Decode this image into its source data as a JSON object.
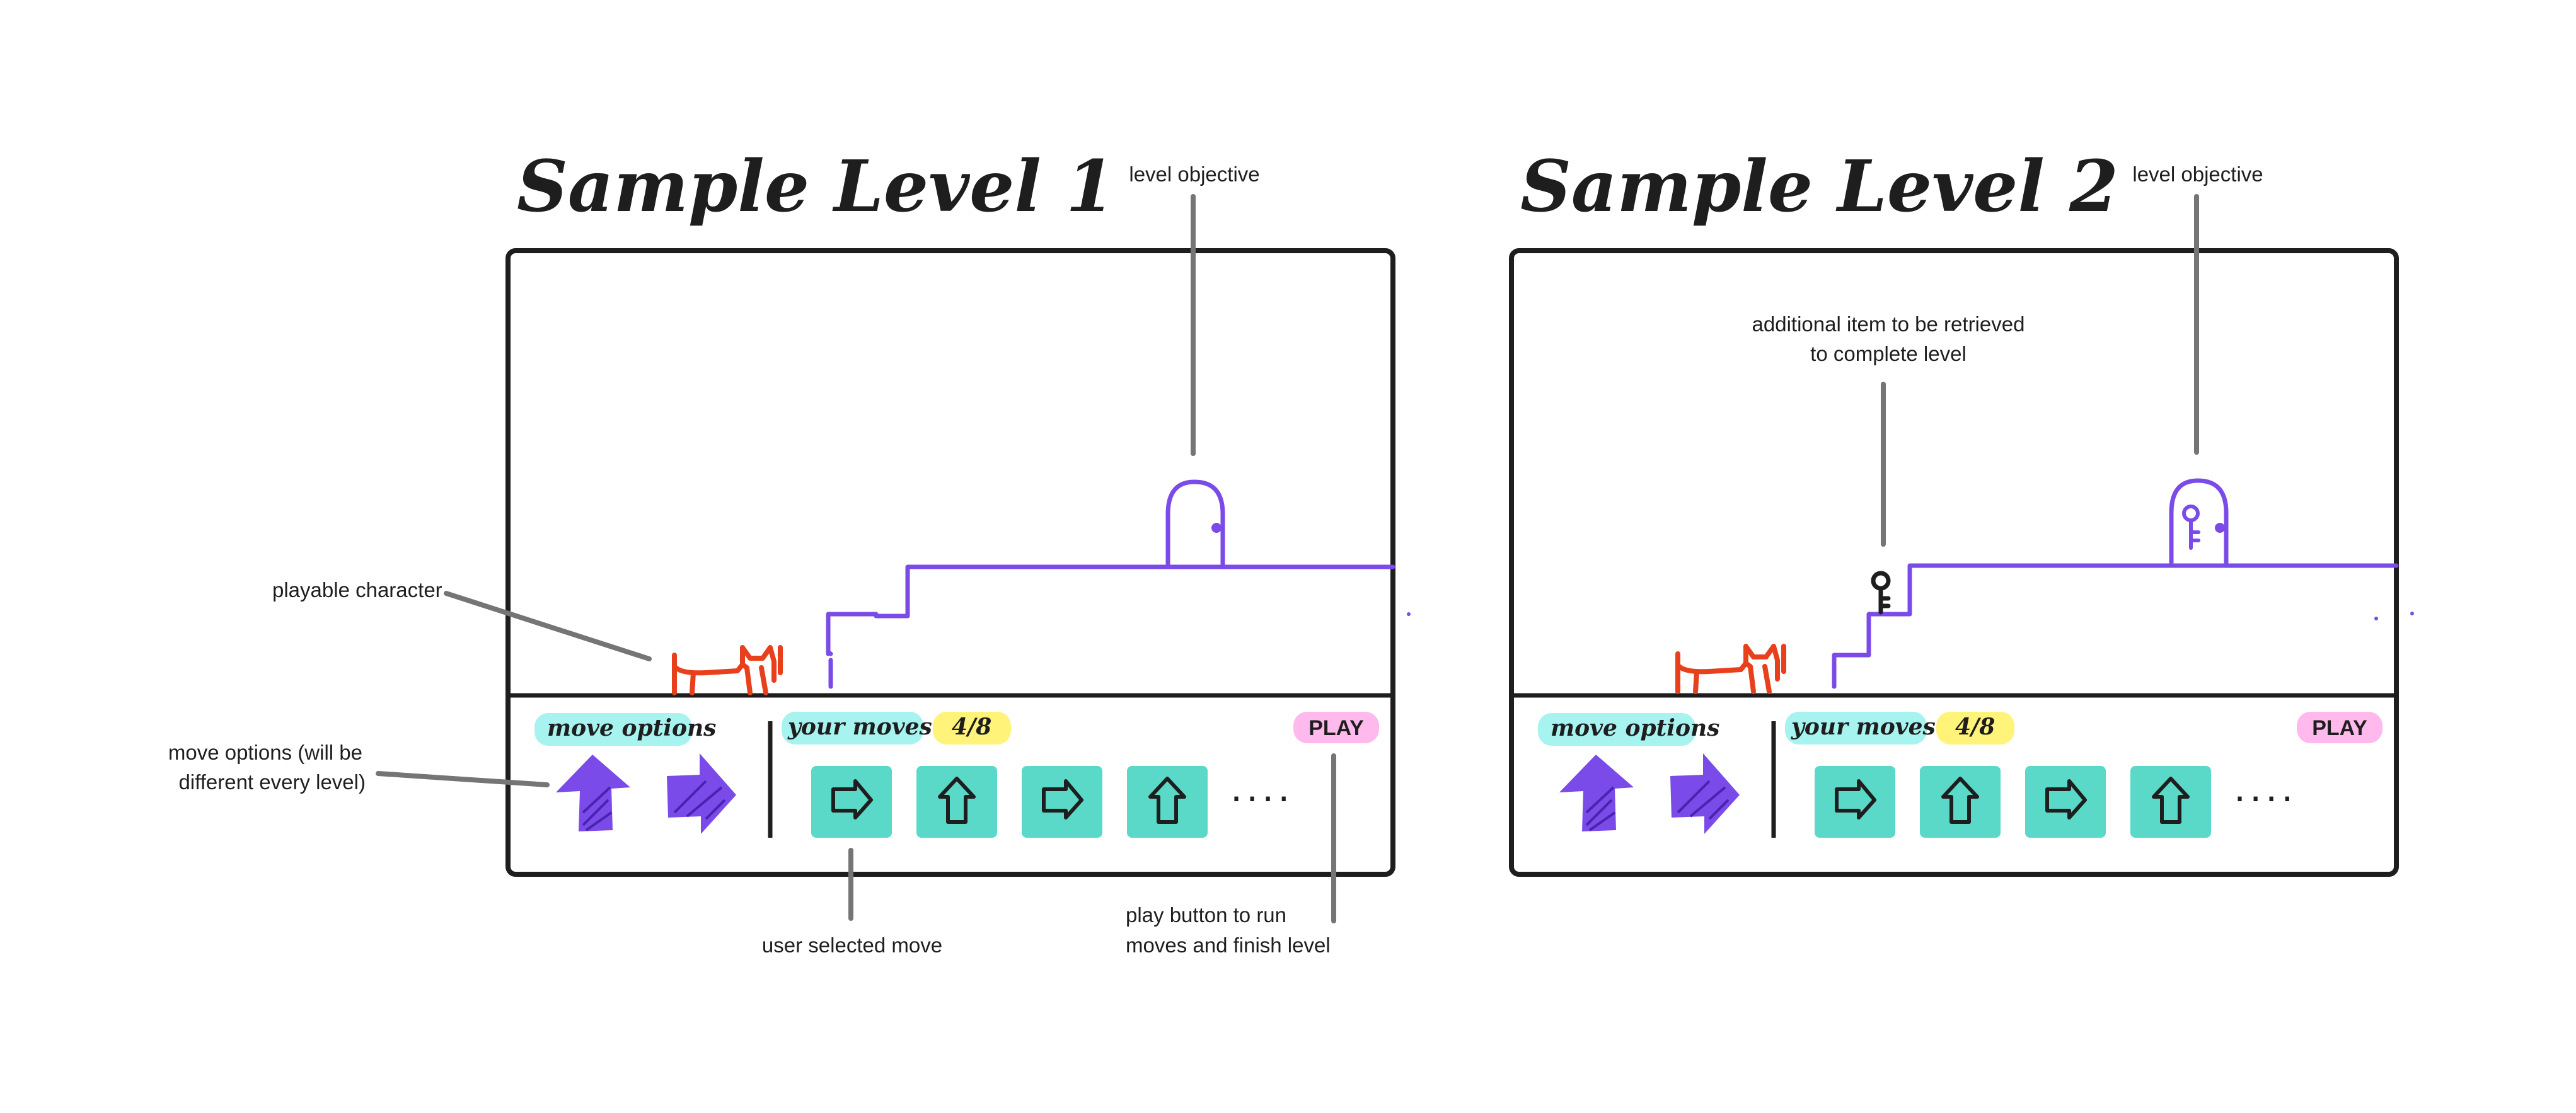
{
  "levels": [
    {
      "title": "Sample Level 1",
      "move_options_label": "move options",
      "your_moves_label": "your moves",
      "move_count": "4/8",
      "play_label": "PLAY",
      "move_options": [
        "up-arrow-icon",
        "right-arrow-icon"
      ],
      "selected_moves": [
        "right-arrow-icon",
        "up-arrow-icon",
        "right-arrow-icon",
        "up-arrow-icon"
      ],
      "more_indicator": "....",
      "annotation_objective": "level objective"
    },
    {
      "title": "Sample Level 2",
      "move_options_label": "move options",
      "your_moves_label": "your moves",
      "move_count": "4/8",
      "play_label": "PLAY",
      "move_options": [
        "up-arrow-icon",
        "right-arrow-icon"
      ],
      "selected_moves": [
        "right-arrow-icon",
        "up-arrow-icon",
        "right-arrow-icon",
        "up-arrow-icon"
      ],
      "more_indicator": "....",
      "annotation_objective": "level objective",
      "annotation_item": [
        "additional item to be retrieved",
        "to complete level"
      ]
    }
  ],
  "annotations": {
    "playable_character": "playable character",
    "move_options": [
      "move options (will be",
      "different every level)"
    ],
    "user_selected_move": "user selected move",
    "play_button": [
      "play button to run",
      "moves and finish level"
    ]
  },
  "colors": {
    "platform": "#7a4be8",
    "character": "#e8401c",
    "tile": "#5ad8c8",
    "move_options_tag": "#a6f3ef",
    "move_count_tag": "#fff37a",
    "play_button": "#ffb9ec"
  }
}
